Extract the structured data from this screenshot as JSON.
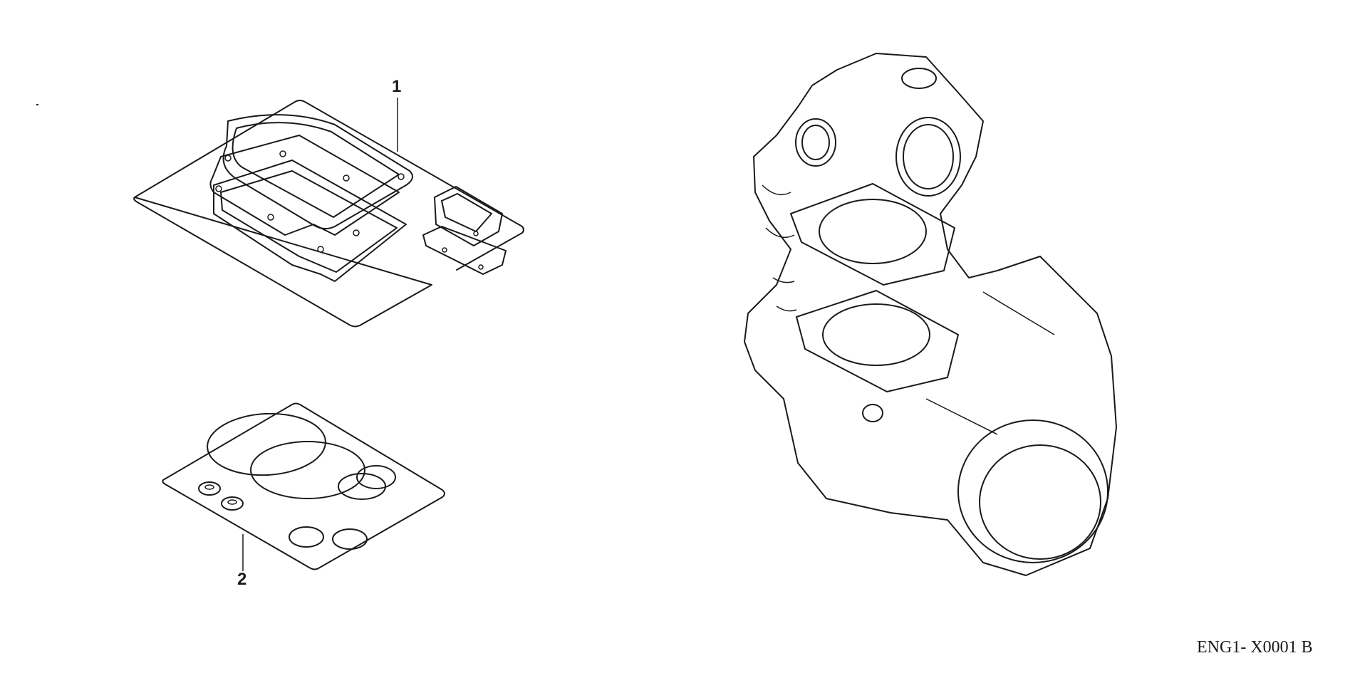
{
  "callouts": [
    {
      "number": "1",
      "part": "gasket-kit-a"
    },
    {
      "number": "2",
      "part": "gasket-kit-b"
    }
  ],
  "diagram_code": "ENG1- X0001 B"
}
